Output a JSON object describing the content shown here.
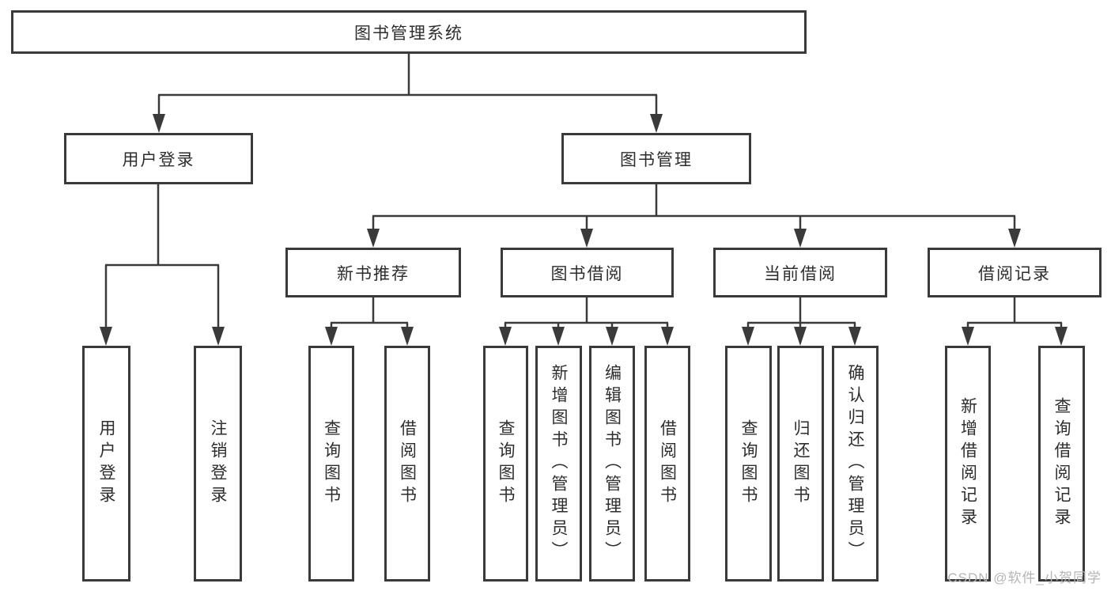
{
  "colors": {
    "line": "#3a3a3a",
    "text": "#2d2d2d",
    "background": "#ffffff",
    "watermark": "#b5b5b5"
  },
  "watermark": {
    "text": "CSDN @软件_小贺同学"
  },
  "tree": {
    "label": "图书管理系统",
    "children": [
      {
        "label": "用户登录",
        "children": [
          {
            "label": "用户登录"
          },
          {
            "label": "注销登录"
          }
        ]
      },
      {
        "label": "图书管理",
        "children": [
          {
            "label": "新书推荐",
            "children": [
              {
                "label": "查询图书"
              },
              {
                "label": "借阅图书"
              }
            ]
          },
          {
            "label": "图书借阅",
            "children": [
              {
                "label": "查询图书"
              },
              {
                "label": "新增图书（管理员）"
              },
              {
                "label": "编辑图书（管理员）"
              },
              {
                "label": "借阅图书"
              }
            ]
          },
          {
            "label": "当前借阅",
            "children": [
              {
                "label": "查询图书"
              },
              {
                "label": "归还图书"
              },
              {
                "label": "确认归还（管理员）"
              }
            ]
          },
          {
            "label": "借阅记录",
            "children": [
              {
                "label": "新增借阅记录"
              },
              {
                "label": "查询借阅记录"
              }
            ]
          }
        ]
      }
    ]
  }
}
